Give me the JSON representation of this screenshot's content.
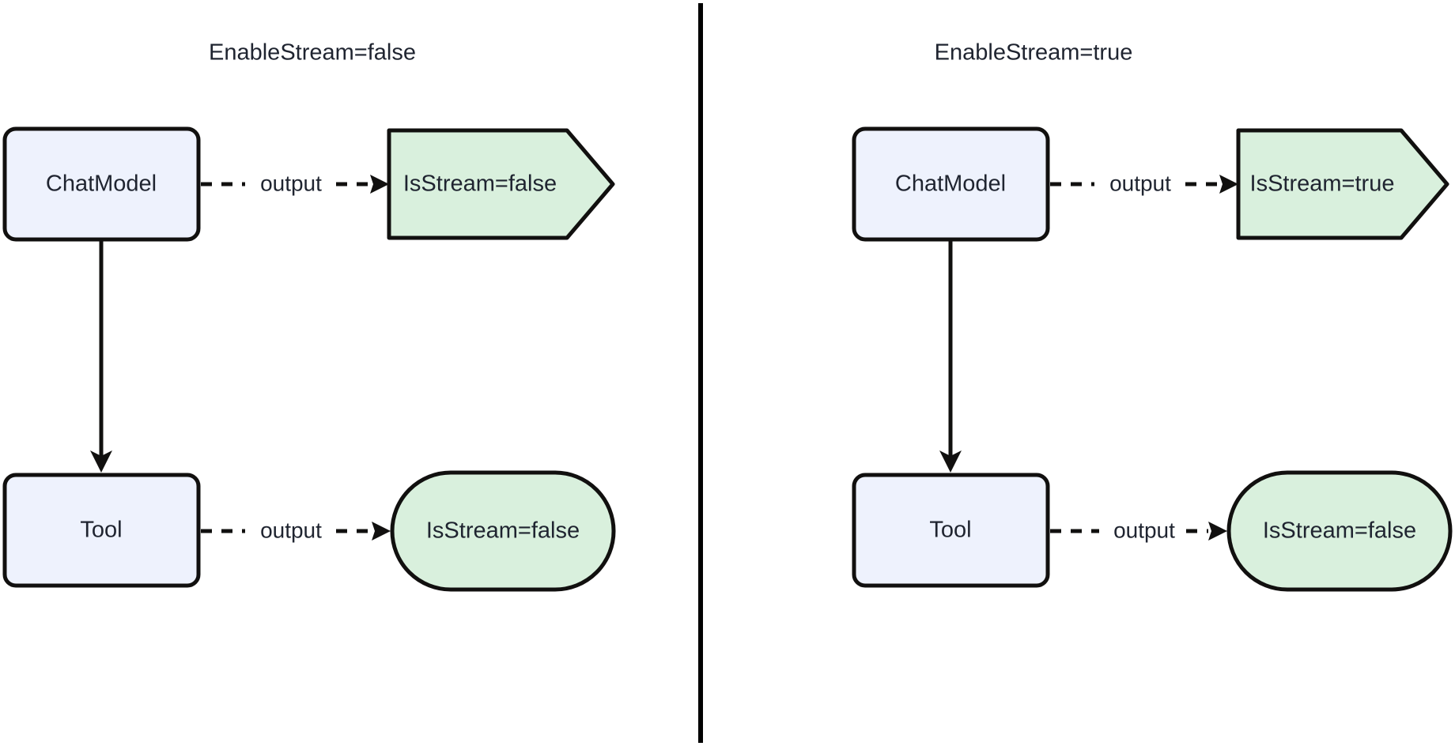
{
  "diagram": {
    "title_left": "EnableStream=false",
    "title_right": "EnableStream=true",
    "divider": {
      "visible": true,
      "color": "#000000"
    },
    "colors": {
      "process_fill": "#eef2fd",
      "output_fill": "#d9f0dd",
      "stroke": "#11100f",
      "text": "#1f2430",
      "background": "#ffffff"
    },
    "panels": [
      {
        "id": "panel-enable-stream-false",
        "title": "EnableStream=false",
        "nodes": [
          {
            "id": "chatmodel",
            "label": "ChatModel",
            "shape": "rounded-rect",
            "fill": "process"
          },
          {
            "id": "chatmodel-output",
            "label": "IsStream=false",
            "shape": "hexagon-arrow",
            "fill": "output"
          },
          {
            "id": "tool",
            "label": "Tool",
            "shape": "rounded-rect",
            "fill": "process"
          },
          {
            "id": "tool-output",
            "label": "IsStream=false",
            "shape": "stadium",
            "fill": "output"
          }
        ],
        "edges": [
          {
            "from": "chatmodel",
            "to": "chatmodel-output",
            "label": "output",
            "style": "dashed",
            "arrow": true
          },
          {
            "from": "chatmodel",
            "to": "tool",
            "label": "",
            "style": "solid",
            "arrow": true
          },
          {
            "from": "tool",
            "to": "tool-output",
            "label": "output",
            "style": "dashed",
            "arrow": true
          }
        ]
      },
      {
        "id": "panel-enable-stream-true",
        "title": "EnableStream=true",
        "nodes": [
          {
            "id": "chatmodel",
            "label": "ChatModel",
            "shape": "rounded-rect",
            "fill": "process"
          },
          {
            "id": "chatmodel-output",
            "label": "IsStream=true",
            "shape": "hexagon-arrow",
            "fill": "output"
          },
          {
            "id": "tool",
            "label": "Tool",
            "shape": "rounded-rect",
            "fill": "process"
          },
          {
            "id": "tool-output",
            "label": "IsStream=false",
            "shape": "stadium",
            "fill": "output"
          }
        ],
        "edges": [
          {
            "from": "chatmodel",
            "to": "chatmodel-output",
            "label": "output",
            "style": "dashed",
            "arrow": true
          },
          {
            "from": "chatmodel",
            "to": "tool",
            "label": "",
            "style": "solid",
            "arrow": true
          },
          {
            "from": "tool",
            "to": "tool-output",
            "label": "output",
            "style": "dashed",
            "arrow": true
          }
        ]
      }
    ]
  }
}
